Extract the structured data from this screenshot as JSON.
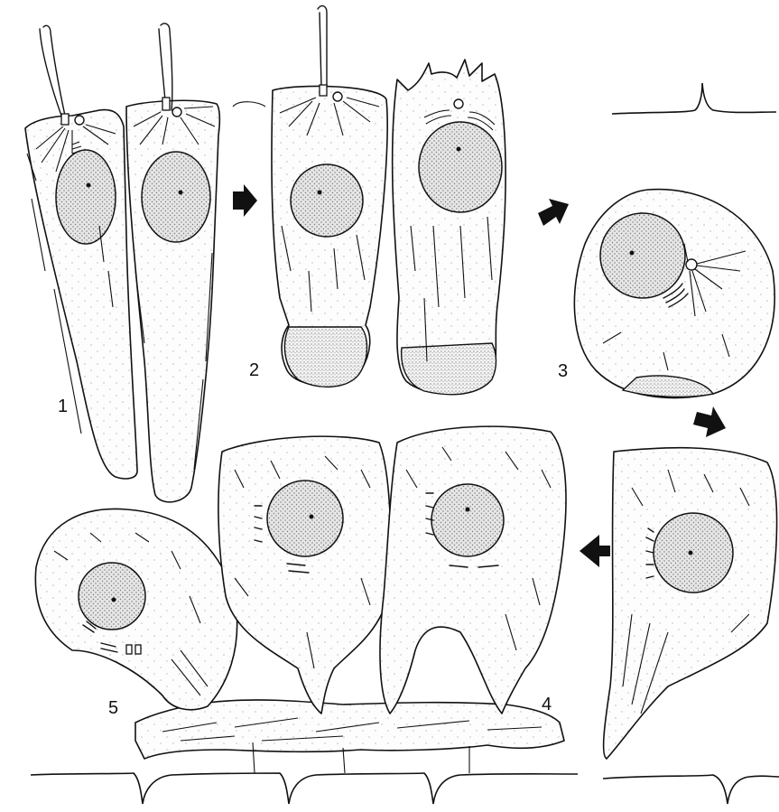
{
  "figure": {
    "panel_labels": [
      "1",
      "2",
      "3",
      "4",
      "5"
    ],
    "arrow_count": 4,
    "colors": {
      "ink": "#111111",
      "paper": "#ffffff",
      "stipple": "#bdbdbd"
    }
  }
}
